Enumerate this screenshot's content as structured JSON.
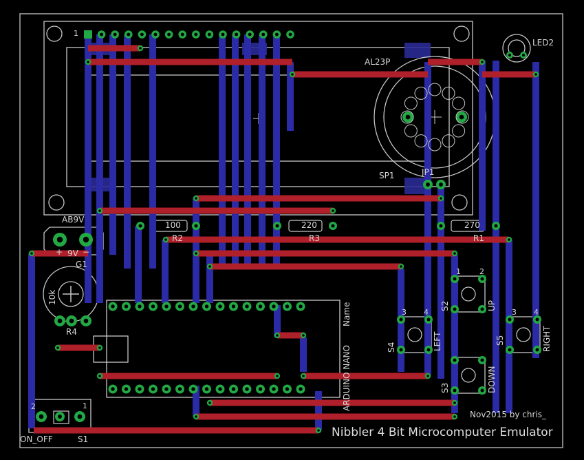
{
  "board": {
    "title": "Nibbler 4 Bit Microcomputer Emulator",
    "credit": "Nov2015 by chris_",
    "colors": {
      "background": "#000000",
      "outline": "#c8c8c8",
      "top_copper": "#b0202a",
      "bottom_copper": "#2b2ba8",
      "pad": "#22a845",
      "silkscreen": "#d8d8d8"
    }
  },
  "components": {
    "lcd_pin1": "1",
    "speaker_name": "SP1",
    "speaker_value": "AL23P",
    "jumper": "JP1",
    "led": "LED2",
    "battery": "AB9V",
    "battery_voltage": "9V",
    "battery_plus": "+",
    "battery_minus": "−",
    "pot_ref": "G1",
    "pot_value": "10k",
    "pot_name": "R4",
    "r1_name": "R1",
    "r1_value": "270",
    "r2_name": "R2",
    "r2_value": "100",
    "r3_name": "R3",
    "r3_value": "220",
    "arduino": "ARDUINO NANO",
    "arduino_name": "Name",
    "s1_name": "S1",
    "s1_label": "ON_OFF",
    "s1_pin1": "1",
    "s1_pin2": "2",
    "s2_name": "S2",
    "s2_label": "UP",
    "s3_name": "S3",
    "s3_label": "DOWN",
    "s4_name": "S4",
    "s4_label": "LEFT",
    "s5_name": "S5",
    "s5_label": "RIGHT",
    "button_pin_labels": [
      "1",
      "2",
      "3",
      "4"
    ]
  }
}
